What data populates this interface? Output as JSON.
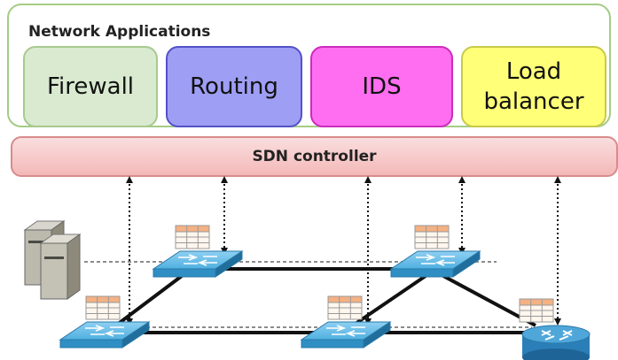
{
  "applications": {
    "title": "Network Applications",
    "items": [
      {
        "label": "Firewall"
      },
      {
        "label": "Routing"
      },
      {
        "label": "IDS"
      },
      {
        "label": "Load\nbalancer"
      }
    ]
  },
  "controller": {
    "label": "SDN controller"
  },
  "colors": {
    "panel_border": "#a4cc86",
    "firewall": "#d9ead0",
    "routing": "#9e9ef5",
    "ids": "#ff6ef0",
    "load_balancer": "#ffff78",
    "controller": "#f3b8b8",
    "switch": "#3a9bd0",
    "router": "#2b7fb8"
  }
}
